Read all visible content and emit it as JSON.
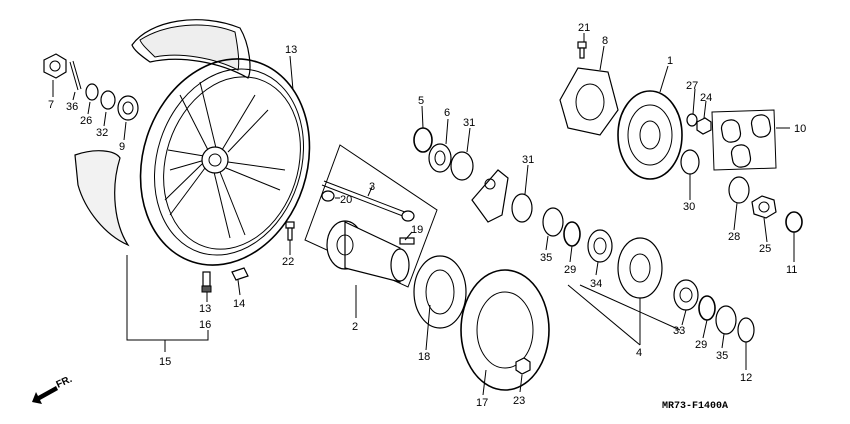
{
  "diagram": {
    "code": "MR73-F1400A",
    "front_indicator": "FR.",
    "callouts": [
      {
        "id": "c1",
        "text": "1"
      },
      {
        "id": "c2",
        "text": "2"
      },
      {
        "id": "c3",
        "text": "3"
      },
      {
        "id": "c4",
        "text": "4"
      },
      {
        "id": "c5",
        "text": "5"
      },
      {
        "id": "c6",
        "text": "6"
      },
      {
        "id": "c7",
        "text": "7"
      },
      {
        "id": "c8",
        "text": "8"
      },
      {
        "id": "c9",
        "text": "9"
      },
      {
        "id": "c10",
        "text": "10"
      },
      {
        "id": "c11",
        "text": "11"
      },
      {
        "id": "c12",
        "text": "12"
      },
      {
        "id": "c13a",
        "text": "13"
      },
      {
        "id": "c13b",
        "text": "13"
      },
      {
        "id": "c14",
        "text": "14"
      },
      {
        "id": "c15",
        "text": "15"
      },
      {
        "id": "c16",
        "text": "16"
      },
      {
        "id": "c17",
        "text": "17"
      },
      {
        "id": "c18",
        "text": "18"
      },
      {
        "id": "c19",
        "text": "19"
      },
      {
        "id": "c20",
        "text": "20"
      },
      {
        "id": "c21",
        "text": "21"
      },
      {
        "id": "c22",
        "text": "22"
      },
      {
        "id": "c23",
        "text": "23"
      },
      {
        "id": "c24",
        "text": "24"
      },
      {
        "id": "c25",
        "text": "25"
      },
      {
        "id": "c26",
        "text": "26"
      },
      {
        "id": "c27",
        "text": "27"
      },
      {
        "id": "c28",
        "text": "28"
      },
      {
        "id": "c29a",
        "text": "29"
      },
      {
        "id": "c29b",
        "text": "29"
      },
      {
        "id": "c30",
        "text": "30"
      },
      {
        "id": "c31a",
        "text": "31"
      },
      {
        "id": "c31b",
        "text": "31"
      },
      {
        "id": "c32",
        "text": "32"
      },
      {
        "id": "c33",
        "text": "33"
      },
      {
        "id": "c34",
        "text": "34"
      },
      {
        "id": "c35a",
        "text": "35"
      },
      {
        "id": "c35b",
        "text": "35"
      },
      {
        "id": "c36",
        "text": "36"
      }
    ]
  }
}
